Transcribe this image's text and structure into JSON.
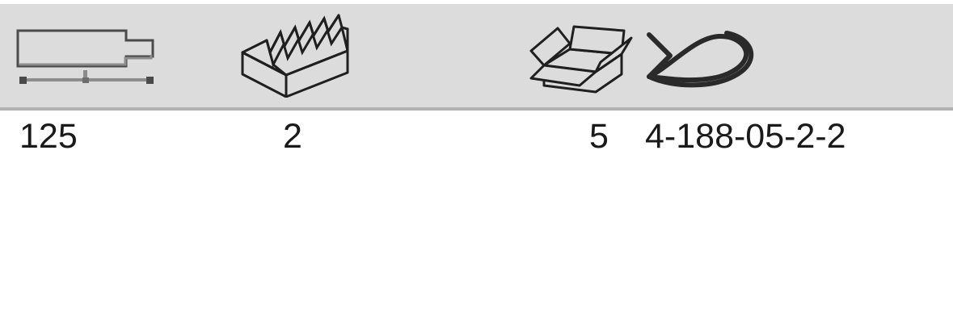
{
  "sheet": {
    "band_color": "#dcdcdc",
    "band_border_color": "#b2b2b2",
    "text_color": "#1a1a1a",
    "background": "#ffffff"
  },
  "columns": [
    {
      "key": "length",
      "icon": "length-dimension-icon",
      "icon_description": "tool profile with dimension measuring line",
      "value": "125"
    },
    {
      "key": "packaging_unit",
      "icon": "tray-of-stacked-items-icon",
      "icon_description": "open tray containing zigzag stacked blades",
      "value": "2"
    },
    {
      "key": "box_quantity",
      "icon": "open-cardboard-box-icon",
      "icon_description": "open cardboard shipping box",
      "value": "5"
    },
    {
      "key": "article_number",
      "icon": "fish-icon",
      "icon_description": "outline of a fish",
      "value": "4-188-05-2-2"
    }
  ]
}
